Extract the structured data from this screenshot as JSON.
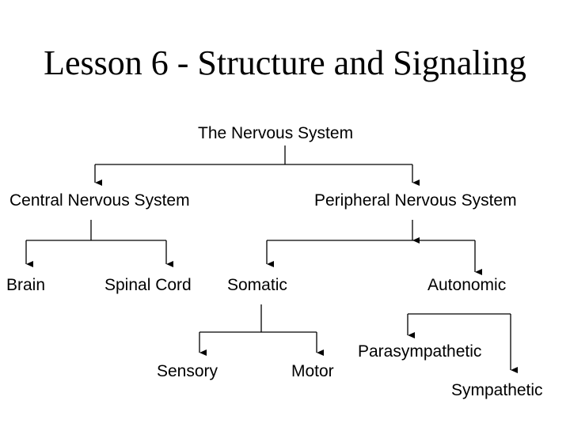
{
  "slide": {
    "title": "Lesson 6 - Structure and Signaling"
  },
  "diagram": {
    "root": "The Nervous System",
    "central": "Central Nervous System",
    "peripheral": "Peripheral Nervous System",
    "brain": "Brain",
    "spinal_cord": "Spinal Cord",
    "somatic": "Somatic",
    "autonomic": "Autonomic",
    "sensory": "Sensory",
    "motor": "Motor",
    "parasympathetic": "Parasympathetic",
    "sympathetic": "Sympathetic"
  },
  "colors": {
    "background": "#ffffff",
    "text": "#000000",
    "lines": "#000000"
  }
}
